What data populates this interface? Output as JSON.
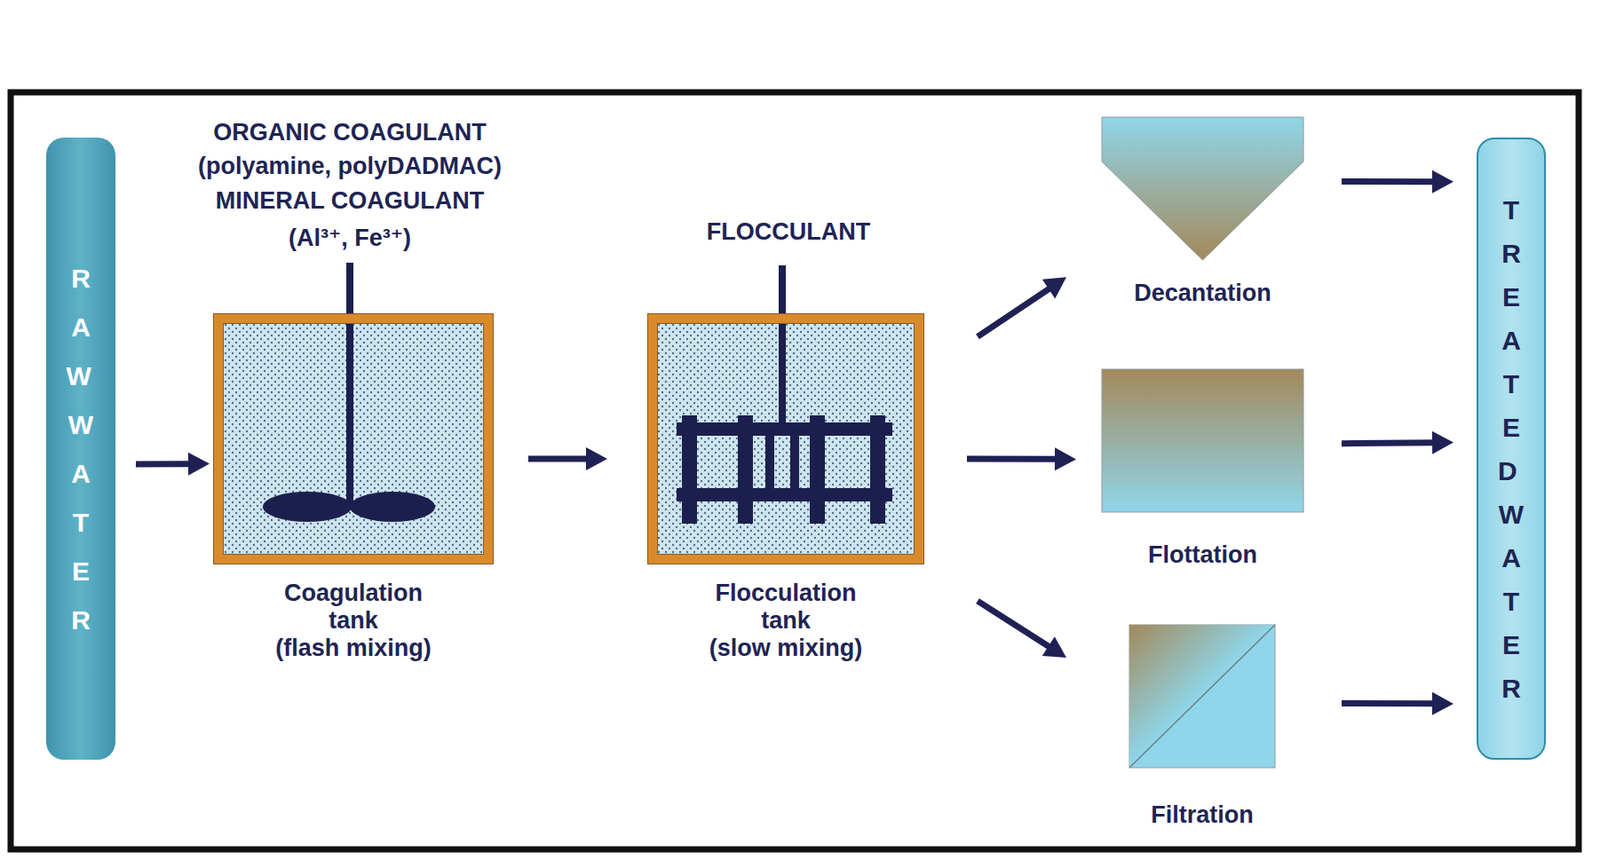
{
  "diagram": {
    "nodes": [
      {
        "text": [
          "RAW WATER"
        ]
      },
      {
        "text": [
          "Coagulation tank",
          "(flash mixing)"
        ]
      },
      {
        "text": [
          "Flocculation tank",
          "(slow mixing)"
        ]
      },
      {
        "text": [
          "Decantation"
        ]
      },
      {
        "text": [
          "Flottation"
        ]
      },
      {
        "text": [
          "Filtration"
        ]
      },
      {
        "text": [
          "TREATED WATER"
        ]
      }
    ],
    "edges": [
      {
        "from": 0,
        "to": 1,
        "arrow": "to"
      },
      {
        "from": 1,
        "to": 2,
        "arrow": "to"
      },
      {
        "from": 2,
        "to": 3,
        "arrow": "to"
      },
      {
        "from": 2,
        "to": 4,
        "arrow": "to"
      },
      {
        "from": 2,
        "to": 5,
        "arrow": "to"
      },
      {
        "from": 3,
        "to": 6,
        "arrow": "to"
      },
      {
        "from": 4,
        "to": 6,
        "arrow": "to"
      },
      {
        "from": 5,
        "to": 6,
        "arrow": "to"
      }
    ],
    "labels": [
      "ORGANIC COAGULANT",
      "(polyamine, polyDADMAC)",
      "MINERAL COAGULANT",
      "(Al³⁺, Fe³⁺)",
      "FLOCCULANT"
    ]
  }
}
